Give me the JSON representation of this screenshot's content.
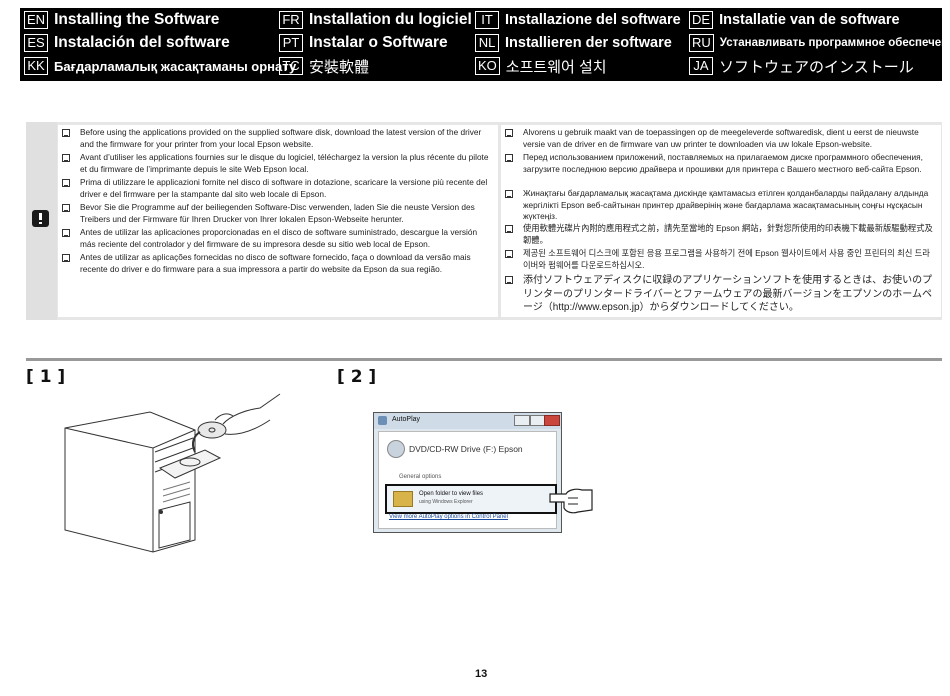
{
  "header": [
    {
      "code": "EN",
      "title": "Installing the Software"
    },
    {
      "code": "FR",
      "title": "Installation du logiciel"
    },
    {
      "code": "IT",
      "title": "Installazione del software"
    },
    {
      "code": "DE",
      "title": "Installatie van de software"
    },
    {
      "code": "ES",
      "title": "Instalación del software"
    },
    {
      "code": "PT",
      "title": "Instalar o Software"
    },
    {
      "code": "NL",
      "title": "Installieren der software"
    },
    {
      "code": "RU",
      "title": "Устанавливать программное обеспечение"
    },
    {
      "code": "KK",
      "title": "Бағдарламалық жасақтаманы орнату"
    },
    {
      "code": "TC",
      "title": "安裝軟體"
    },
    {
      "code": "KO",
      "title": "소프트웨어 설치"
    },
    {
      "code": "JA",
      "title": "ソフトウェアのインストール"
    }
  ],
  "notice": {
    "left": [
      "Before using the applications provided on the supplied software disk, download the latest version of the driver and the firmware for your printer from your local Epson website.",
      "Avant d’utiliser les applications fournies sur le disque du logiciel, téléchargez la version la plus récente du pilote et du firmware de l’imprimante depuis le site Web Epson local.",
      "Prima di utilizzare le applicazioni fornite nel disco di software in dotazione, scaricare la versione più recente del driver e del firmware per la stampante dal sito web locale di Epson.",
      "Bevor Sie die Programme auf der beiliegenden Software-Disc verwenden, laden Sie die neuste Version des Treibers und der Firmware für Ihren Drucker von Ihrer lokalen Epson-Webseite herunter.",
      "Antes de utilizar las aplicaciones proporcionadas en el disco de software suministrado, descargue la versión más reciente del controlador y del firmware de su impresora desde su sitio web local de Epson.",
      "Antes de utilizar as aplicações fornecidas no disco de software fornecido, faça o download da versão mais recente do driver e do firmware para a sua impressora a partir do website da Epson da sua região."
    ],
    "right": [
      "Alvorens u gebruik maakt van de toepassingen op de meegeleverde softwaredisk, dient u eerst de nieuwste versie van de driver en de firmware van uw printer te downloaden via uw lokale Epson-website.",
      "Перед использованием приложений, поставляемых на прилагаемом диске программного обеспечения, загрузите последнюю версию драйвера и прошивки для принтера с Вашего местного веб-сайта Epson.",
      "Жинақтағы бағдарламалық жасақтама дискінде қамтамасыз етілген қолданбаларды пайдалану алдында жергілікті Epson веб-сайтынан принтер драйверінің және бағдарлама жасақтамасының соңғы нұсқасын жүктеңіз.",
      "使用軟體光碟片內附的應用程式之前，請先至當地的 Epson 網站，針對您所使用的印表機下載最新版驅動程式及韌體。",
      "제공된 소프트웨어 디스크에 포함된 응용 프로그램을 사용하기 전에 Epson 웹사이트에서 사용 중인 프린터의 최신 드라이버와 펌웨어를 다운로드하십시오.",
      "添付ソフトウェアディスクに収録のアプリケーションソフトを使用するときは、お使いのプリンターのプリンタードライバーとファームウェアの最新バージョンをエプソンのホームページ（http://www.epson.jp）からダウンロードしてください。"
    ]
  },
  "steps": {
    "one": "[ 1 ]",
    "two": "[ 2 ]"
  },
  "autoplay": {
    "title": "AutoPlay",
    "drive": "DVD/CD-RW Drive (F:) Epson",
    "general": "General options",
    "option_main": "Open folder to view files",
    "option_sub": "using Windows Explorer",
    "more_link": "View more AutoPlay options in Control Panel"
  },
  "page_number": "13"
}
